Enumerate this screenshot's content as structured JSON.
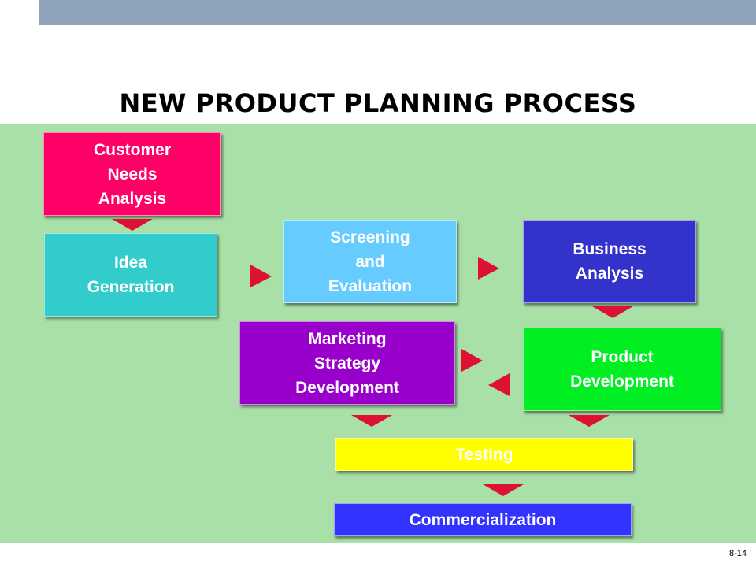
{
  "title": "NEW PRODUCT PLANNING PROCESS",
  "page_number": "8-14",
  "steps": {
    "customer_needs": {
      "label": "Customer\nNeeds\nAnalysis",
      "color": "#ff0066"
    },
    "idea_generation": {
      "label": "Idea\nGeneration",
      "color": "#33cccc"
    },
    "screening": {
      "label": "Screening\nand\nEvaluation",
      "color": "#66ccff"
    },
    "business_analysis": {
      "label": "Business\nAnalysis",
      "color": "#3333cc"
    },
    "product_development": {
      "label": "Product\nDevelopment",
      "color": "#00ee22"
    },
    "marketing_strategy": {
      "label": "Marketing\nStrategy\nDevelopment",
      "color": "#9900cc"
    },
    "testing": {
      "label": "Testing",
      "color": "#ffff00"
    },
    "commercialization": {
      "label": "Commercialization",
      "color": "#3333ff"
    }
  },
  "colors": {
    "panel": "#a8e0a7",
    "arrow": "#dd1133",
    "topbar": "#8fa3b8"
  }
}
